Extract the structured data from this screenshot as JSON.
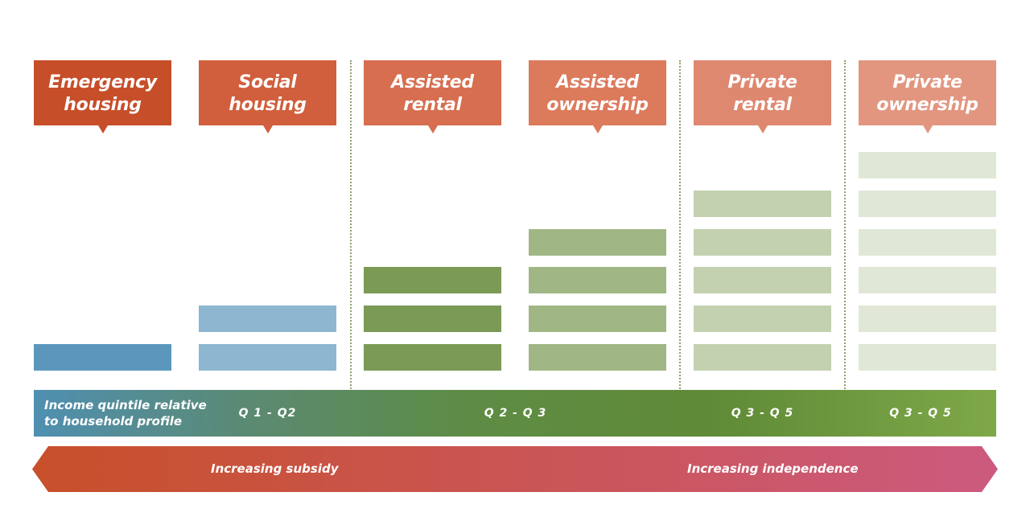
{
  "columns": [
    {
      "id": "emergency-housing",
      "title": "Emergency\nhousing",
      "color": "#c64e29",
      "bar_count": 1,
      "bar_color": "#5b97bc"
    },
    {
      "id": "social-housing",
      "title": "Social\nhousing",
      "color": "#d15e3c",
      "bar_count": 2,
      "bar_color": "#8db7d0"
    },
    {
      "id": "assisted-rental",
      "title": "Assisted\nrental",
      "color": "#d66e4f",
      "bar_count": 3,
      "bar_color": "#7b9a56"
    },
    {
      "id": "assisted-ownership",
      "title": "Assisted\nownership",
      "color": "#dc7a5c",
      "bar_count": 4,
      "bar_color": "#a0b785"
    },
    {
      "id": "private-rental",
      "title": "Private\nrental",
      "color": "#df8870",
      "bar_count": 5,
      "bar_color": "#c3d1b1"
    },
    {
      "id": "private-ownership",
      "title": "Private\nownership",
      "color": "#e29680",
      "bar_count": 6,
      "bar_color": "#e0e7d6"
    }
  ],
  "quintile_band": {
    "label": "Income quintile relative\nto household profile",
    "ranges": [
      "Q 1 - Q2",
      "Q 2 - Q 3",
      "Q 3 - Q 5",
      "Q 3 - Q 5"
    ]
  },
  "spectrum": {
    "left_label": "Increasing subsidy",
    "right_label": "Increasing independence",
    "gradient_start": "#c8502a",
    "gradient_end": "#cc5a7e"
  }
}
